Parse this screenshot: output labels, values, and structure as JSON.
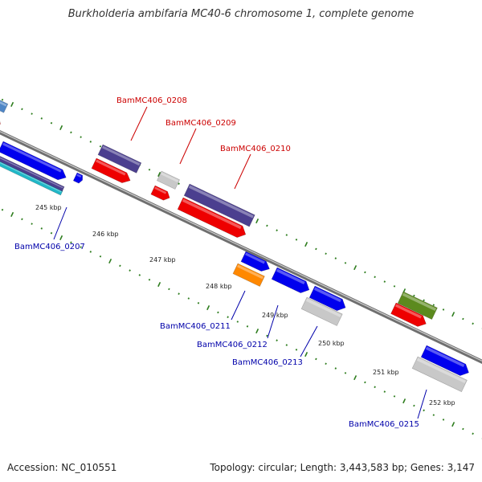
{
  "title": "Burkholderia ambifaria MC40-6 chromosome 1, complete genome",
  "footer": {
    "accession": "Accession: NC_010551",
    "summary": "Topology: circular; Length: 3,443,583 bp; Genes: 3,147"
  },
  "colors": {
    "backbone": "#888888",
    "tick_marks": "#2e7d1e",
    "label_top": "#cc0000",
    "label_bottom": "#0000aa",
    "gene_blue": "#0000ee",
    "gene_red": "#ee0000",
    "gene_purple": "#4b3f8f",
    "gene_gray": "#c8c8c8",
    "gene_orange": "#ff8800",
    "gene_olive": "#5c8a1e",
    "gene_steelblue": "#4f86c6",
    "gene_cyan": "#20b8c8"
  },
  "scale": {
    "tick_labels": [
      "245 kbp",
      "246 kbp",
      "247 kbp",
      "248 kbp",
      "249 kbp",
      "250 kbp",
      "251 kbp",
      "252 kbp"
    ]
  },
  "gene_labels_top": [
    "BamMC406_0208",
    "BamMC406_0209",
    "BamMC406_0210"
  ],
  "gene_labels_bottom": [
    "BamMC406_0207",
    "BamMC406_0211",
    "BamMC406_0212",
    "BamMC406_0213",
    "BamMC406_0215"
  ]
}
